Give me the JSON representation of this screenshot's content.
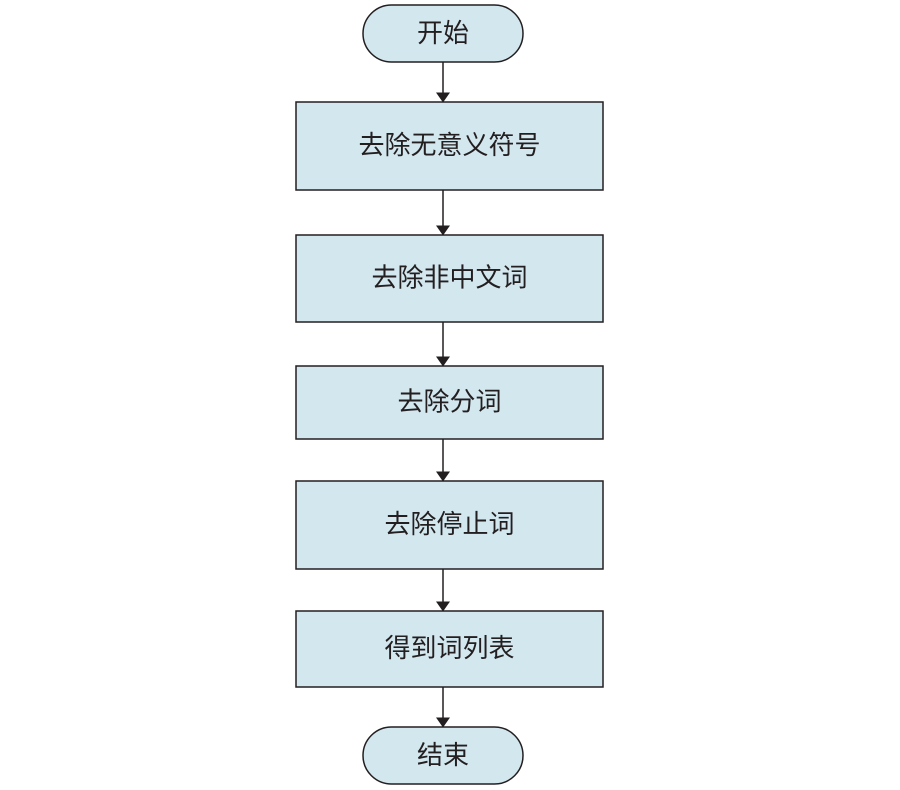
{
  "diagram": {
    "type": "flowchart",
    "nodes": [
      {
        "id": "start",
        "shape": "terminal",
        "label": "开始"
      },
      {
        "id": "remove-symbols",
        "shape": "process",
        "label": "去除无意义符号"
      },
      {
        "id": "remove-non-chinese",
        "shape": "process",
        "label": "去除非中文词"
      },
      {
        "id": "segment",
        "shape": "process",
        "label": "去除分词"
      },
      {
        "id": "remove-stopwords",
        "shape": "process",
        "label": "去除停止词"
      },
      {
        "id": "word-list",
        "shape": "process",
        "label": "得到词列表"
      },
      {
        "id": "end",
        "shape": "terminal",
        "label": "结束"
      }
    ],
    "edges": [
      {
        "from": "start",
        "to": "remove-symbols"
      },
      {
        "from": "remove-symbols",
        "to": "remove-non-chinese"
      },
      {
        "from": "remove-non-chinese",
        "to": "segment"
      },
      {
        "from": "segment",
        "to": "remove-stopwords"
      },
      {
        "from": "remove-stopwords",
        "to": "word-list"
      },
      {
        "from": "word-list",
        "to": "end"
      }
    ],
    "colors": {
      "node_fill": "#d3e7ef",
      "stroke": "#231f20",
      "text": "#231f20"
    }
  }
}
